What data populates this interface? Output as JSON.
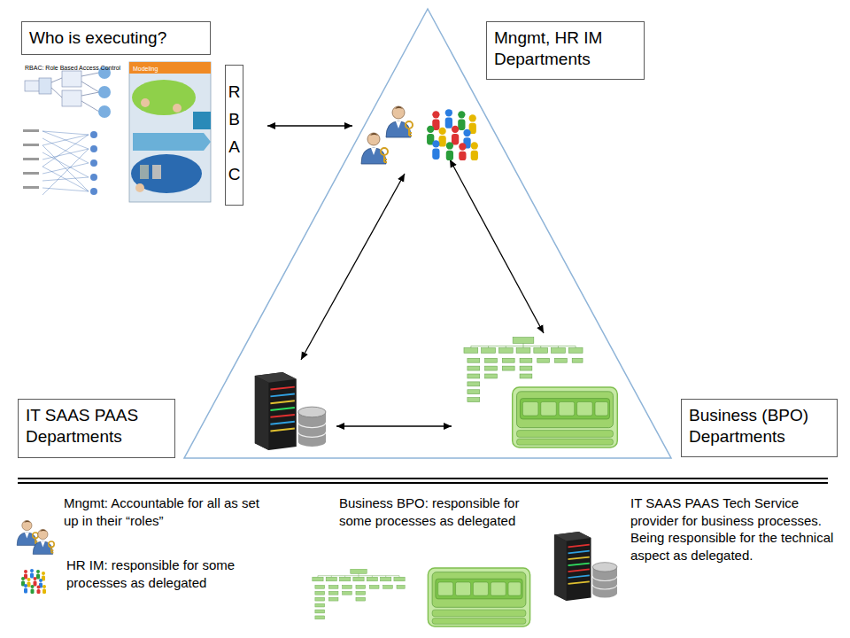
{
  "diagram": {
    "nodes": [
      {
        "text": [
          "Who is executing?"
        ]
      },
      {
        "text": [
          "RBAC"
        ]
      },
      {
        "text": [
          "Mngmt, HR IM Departments"
        ]
      },
      {
        "text": [
          "IT SAAS PAAS Departments"
        ]
      },
      {
        "text": [
          "Business (BPO) Departments"
        ]
      }
    ],
    "labels": [
      "Mngmt: Accountable for all as set up in their “roles”",
      "HR IM: responsible for some processes as delegated",
      "Business BPO: responsible for some processes as delegated",
      "IT SAAS PAAS Tech Service provider for business processes. Being responsible for the technical aspect as delegated.",
      "RBAC: Role Based Access Control",
      "Modeling"
    ]
  }
}
